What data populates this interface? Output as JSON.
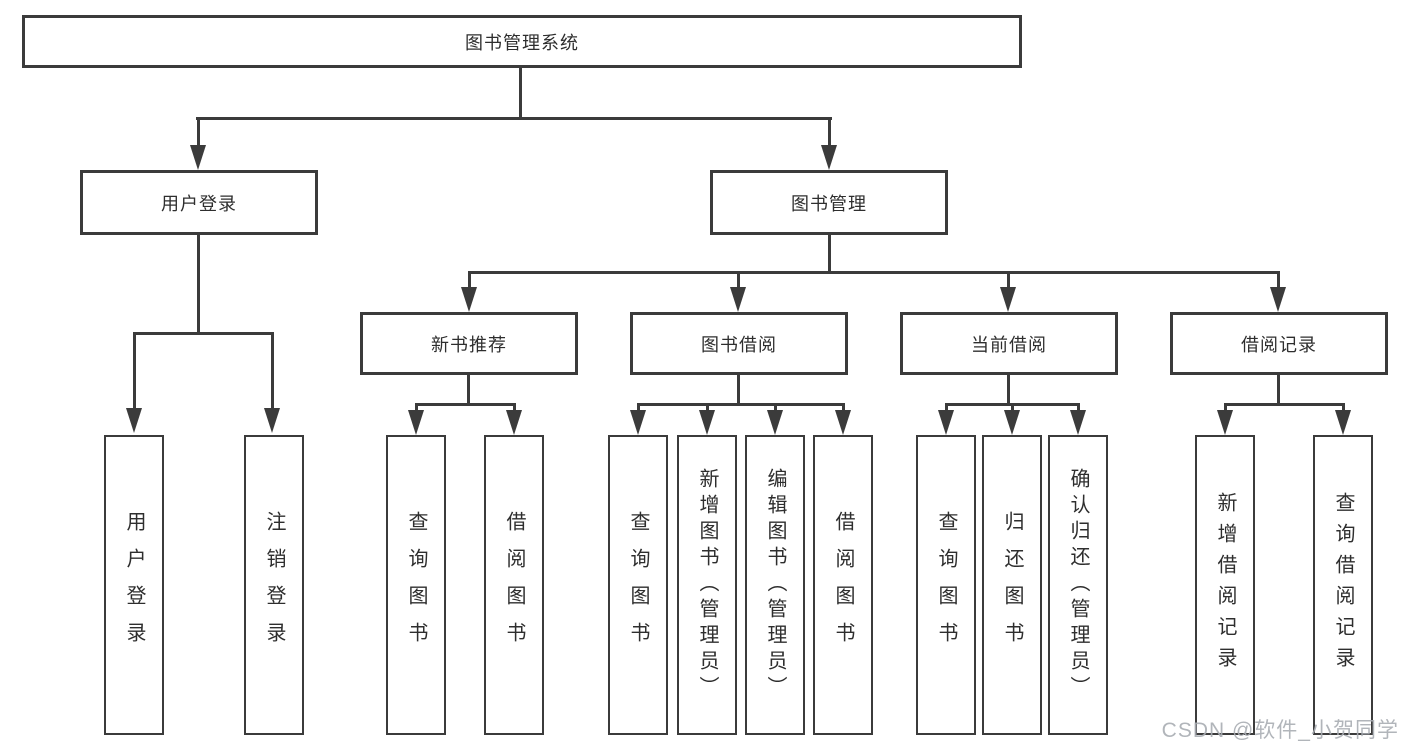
{
  "tree": {
    "label": "图书管理系统",
    "children": [
      {
        "label": "用户登录",
        "children": [
          {
            "label": "用户登录"
          },
          {
            "label": "注销登录"
          }
        ]
      },
      {
        "label": "图书管理",
        "children": [
          {
            "label": "新书推荐",
            "children": [
              {
                "label": "查询图书"
              },
              {
                "label": "借阅图书"
              }
            ]
          },
          {
            "label": "图书借阅",
            "children": [
              {
                "label": "查询图书"
              },
              {
                "label": "新增图书（管理员）"
              },
              {
                "label": "编辑图书（管理员）"
              },
              {
                "label": "借阅图书"
              }
            ]
          },
          {
            "label": "当前借阅",
            "children": [
              {
                "label": "查询图书"
              },
              {
                "label": "归还图书"
              },
              {
                "label": "确认归还（管理员）"
              }
            ]
          },
          {
            "label": "借阅记录",
            "children": [
              {
                "label": "新增借阅记录"
              },
              {
                "label": "查询借阅记录"
              }
            ]
          }
        ]
      }
    ]
  },
  "watermark": "CSDN @软件_小贺同学",
  "colors": {
    "line": "#3b3b3b",
    "text": "#2e2e2e",
    "watermark": "#a9adb3"
  }
}
